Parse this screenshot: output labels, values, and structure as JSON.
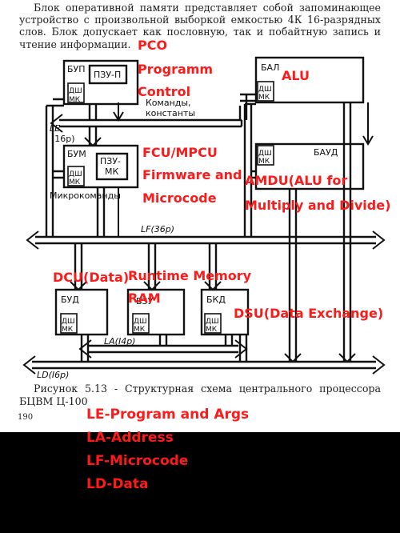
{
  "text": {
    "intro": "Блок оперативной памяти представляет собой запоминающее устройство с произвольной выборкой емкостью 4К 16-разрядных слов. Блок допускает как пословную, так и побайтную запись и чтение информации.",
    "caption": "Рисунок 5.13 - Структурная схема центрального процессора БЦВМ Ц-100",
    "page_number": "190"
  },
  "blocks": {
    "bup": "БУП",
    "pzu_p": "ПЗУ-П",
    "bal": "БАЛ",
    "bum": "БУМ",
    "pzu_mk_1": "ПЗУ-",
    "pzu_mk_2": "МК",
    "baud": "БАУД",
    "bud": "БУД",
    "bzu": "БЗУ",
    "bkd": "БКД",
    "dsh": "ДШ",
    "mk": "МК"
  },
  "labels": {
    "commands_1": "Команды,",
    "commands_2": "константы",
    "microcommands": "Микрокоманды",
    "le": "LE",
    "le_width": "(16р)",
    "lf": "LF(36р)",
    "la": "LA(I4р)",
    "ld": "LD(I6р)"
  },
  "annotations": {
    "pco": "PCO",
    "programm": "Programm",
    "control": "Control",
    "alu": "ALU",
    "fcu": "FCU/MPCU",
    "firmware": "Firmware and",
    "microcode": "Microcode",
    "amdu_1": "AMDU(ALU for",
    "amdu_2": "Multiply and Divide)",
    "dcu": "DCU(Data)",
    "runtime": "Runtime Memory",
    "ram": "RAM",
    "dsu": "DSU(Data Exchange)"
  },
  "legend": [
    "LE-Program and Args",
    "LA-Address",
    "LF-Microcode",
    "LD-Data"
  ]
}
